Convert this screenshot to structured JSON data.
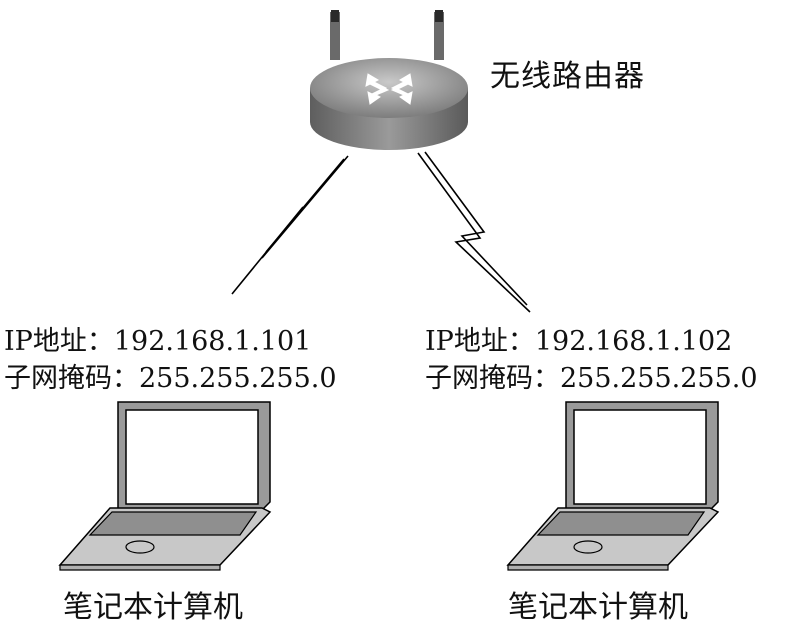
{
  "router": {
    "label": "无线路由器",
    "icon": "wireless-router-icon"
  },
  "devices": [
    {
      "ip_line": "IP地址：192.168.1.101",
      "mask_line": "子网掩码：255.255.255.0",
      "caption": "笔记本计算机",
      "icon": "laptop-icon"
    },
    {
      "ip_line": "IP地址：192.168.1.102",
      "mask_line": "子网掩码：255.255.255.0",
      "caption": "笔记本计算机",
      "icon": "laptop-icon"
    }
  ],
  "links": [
    {
      "from": "router",
      "to": "devices.0",
      "type": "wireless",
      "icon": "lightning-link-icon"
    },
    {
      "from": "router",
      "to": "devices.1",
      "type": "wireless",
      "icon": "lightning-link-icon"
    }
  ],
  "colors": {
    "router_body": "#8a8a8a",
    "laptop_fill": "#c8c8c8",
    "line": "#000000"
  }
}
